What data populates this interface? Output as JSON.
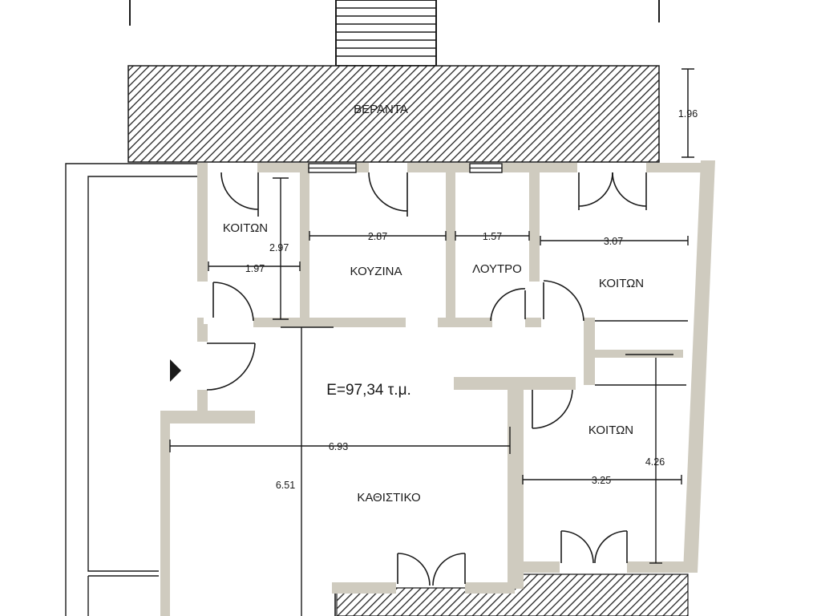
{
  "plan": {
    "rooms": {
      "veranda": "ΒΕΡΑΝΤΑ",
      "bedroom_small": "ΚΟΙΤΩΝ",
      "kitchen": "ΚΟΥΖΙΝΑ",
      "bathroom": "ΛΟΥΤΡΟ",
      "bedroom_right": "ΚΟΙΤΩΝ",
      "bedroom_lower": "ΚΟΙΤΩΝ",
      "living_room": "ΚΑΘΙΣΤΙΚΟ"
    },
    "area_label": "E=97,34 τ.μ.",
    "dimensions": {
      "veranda_depth": "1.96",
      "bedroom_small_height": "2.97",
      "bedroom_small_width": "1.97",
      "kitchen_width": "2.87",
      "bathroom_width": "1.57",
      "bedroom_right_width": "3.07",
      "living_width": "6.93",
      "living_height": "6.51",
      "bedroom_lower_width": "3.25",
      "bedroom_lower_height": "4.26"
    },
    "colors": {
      "wall": "#cfcbbf",
      "line": "#1a1a1a",
      "hatch": "#222222",
      "background": "#ffffff"
    }
  }
}
